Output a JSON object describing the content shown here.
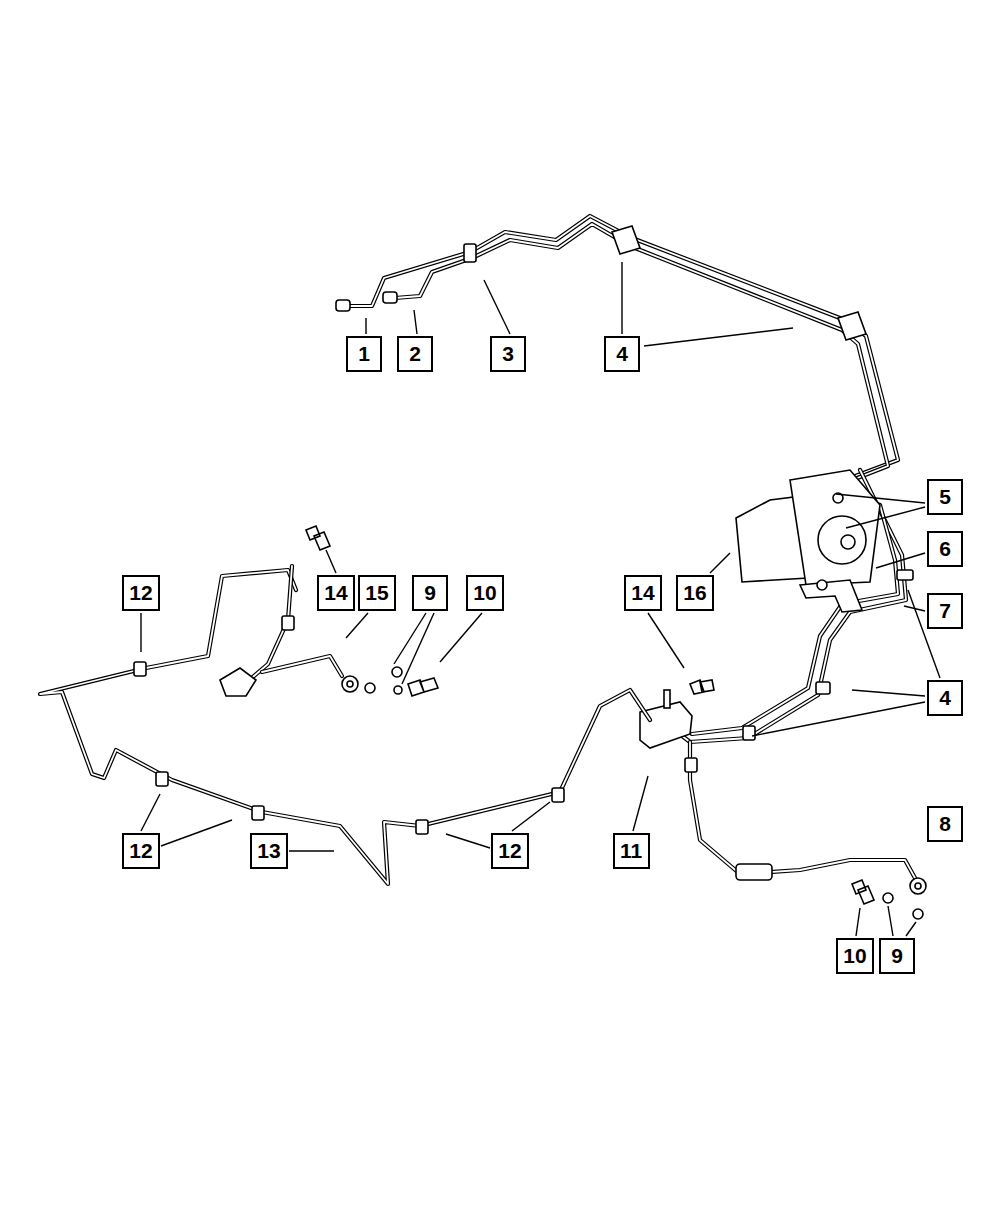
{
  "diagram": {
    "labels": [
      "1",
      "2",
      "3",
      "4",
      "5",
      "6",
      "7",
      "4",
      "8",
      "12",
      "14",
      "15",
      "9",
      "10",
      "14",
      "16",
      "12",
      "13",
      "12",
      "11",
      "10",
      "9"
    ]
  }
}
